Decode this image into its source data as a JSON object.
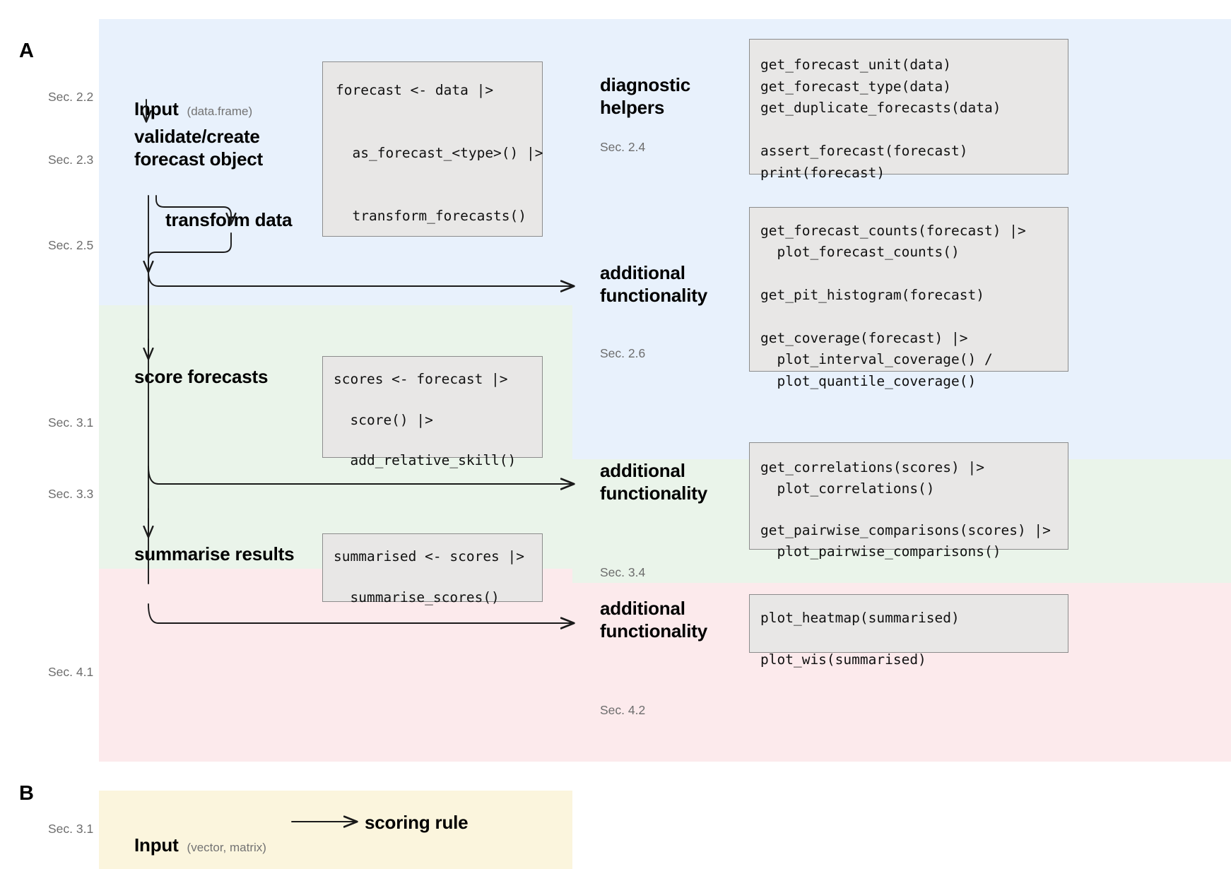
{
  "panels": {
    "a_letter": "A",
    "b_letter": "B"
  },
  "sections": {
    "s22": "Sec. 2.2",
    "s23": "Sec. 2.3",
    "s25": "Sec. 2.5",
    "s24": "Sec. 2.4",
    "s26": "Sec. 2.6",
    "s31": "Sec. 3.1",
    "s33": "Sec. 3.3",
    "s34": "Sec. 3.4",
    "s41": "Sec. 4.1",
    "s42": "Sec. 4.2",
    "s31b": "Sec. 3.1"
  },
  "nodes": {
    "input": "Input",
    "input_sub": "(data.frame)",
    "validate": "validate/create\nforecast object",
    "transform": "transform data",
    "score": "score forecasts",
    "summarise": "summarise results",
    "diagnostic_helpers": "diagnostic\nhelpers",
    "additional_26": "additional\nfunctionality",
    "additional_34": "additional\nfunctionality",
    "additional_42": "additional\nfunctionality",
    "input_b": "Input",
    "input_b_sub": "(vector, matrix)",
    "scoring_rule": "scoring rule"
  },
  "code": {
    "pipeline_main": [
      "forecast <- data |>",
      "",
      "",
      "  as_forecast_<type>() |>",
      "",
      "",
      "  transform_forecasts()"
    ],
    "diagnostics": [
      "get_forecast_unit(data)",
      "get_forecast_type(data)",
      "get_duplicate_forecasts(data)",
      "",
      "assert_forecast(forecast)",
      "print(forecast)"
    ],
    "extras_26": [
      "get_forecast_counts(forecast) |>",
      "  plot_forecast_counts()",
      "",
      "get_pit_histogram(forecast)",
      "",
      "get_coverage(forecast) |>",
      "  plot_interval_coverage() /",
      "  plot_quantile_coverage()"
    ],
    "scoring": [
      "scores <- forecast |>",
      "",
      "  score() |>",
      "",
      "  add_relative_skill()"
    ],
    "extras_34": [
      "get_correlations(scores) |>",
      "  plot_correlations()",
      "",
      "get_pairwise_comparisons(scores) |>",
      "  plot_pairwise_comparisons()"
    ],
    "summarising": [
      "summarised <- scores |>",
      "",
      "  summarise_scores()"
    ],
    "extras_42": [
      "plot_heatmap(summarised)",
      "",
      "plot_wis(summarised)"
    ]
  },
  "colors": {
    "band_blue": "#e8f1fc",
    "band_green": "#eaf4ea",
    "band_pink": "#fceaec",
    "band_yellow": "#fbf5dd",
    "codebox_bg": "#e8e7e6",
    "codebox_border": "#8c8c8c",
    "arrow": "#1a1a1a",
    "section_text": "#6d6d6d"
  }
}
